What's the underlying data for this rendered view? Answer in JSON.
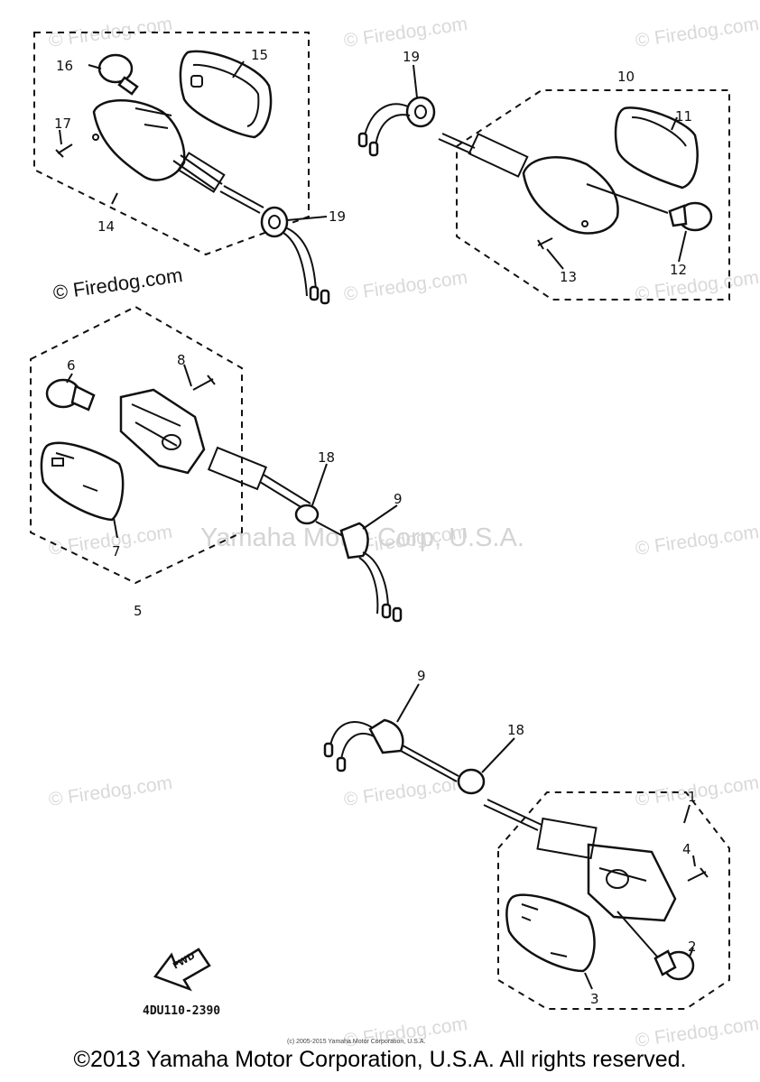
{
  "watermark": {
    "site": "© Firedog.com",
    "center": "Yamaha Motor Corp, U.S.A."
  },
  "diagram_code": "4DU110-2390",
  "forward_label": "FWD",
  "small_copyright": "(c) 2005-2015 Yamaha Motor Corporation, U.S.A.",
  "copyright": "©2013 Yamaha Motor Corporation, U.S.A. All rights reserved.",
  "callouts": {
    "c1": "1",
    "c2": "2",
    "c3": "3",
    "c4": "4",
    "c5": "5",
    "c6": "6",
    "c7": "7",
    "c8": "8",
    "c9a": "9",
    "c9b": "9",
    "c10": "10",
    "c11": "11",
    "c12": "12",
    "c13": "13",
    "c14": "14",
    "c15": "15",
    "c16": "16",
    "c17": "17",
    "c18a": "18",
    "c18b": "18",
    "c19a": "19",
    "c19b": "19"
  }
}
